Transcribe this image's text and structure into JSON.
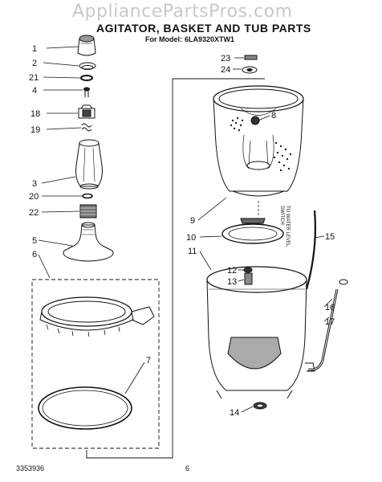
{
  "watermark": "AppliancePartsPros.com",
  "title": "AGITATOR, BASKET AND TUB PARTS",
  "model": {
    "prefix": "For Model:",
    "number": "6LA9320XTW1"
  },
  "footer": {
    "doc_number": "3353936",
    "page_number": "6"
  },
  "side_note": {
    "line1": "TO WATER LEVEL",
    "line2": "SWITCH"
  },
  "callouts": {
    "c1": "1",
    "c2": "2",
    "c21": "21",
    "c4": "4",
    "c18": "18",
    "c19": "19",
    "c3": "3",
    "c20": "20",
    "c22": "22",
    "c5": "5",
    "c6": "6",
    "c7": "7",
    "c23": "23",
    "c24": "24",
    "c8": "8",
    "c9": "9",
    "c10": "10",
    "c11": "11",
    "c12": "12",
    "c13": "13",
    "c14": "14",
    "c15": "15",
    "c16": "16",
    "c17": "17"
  }
}
